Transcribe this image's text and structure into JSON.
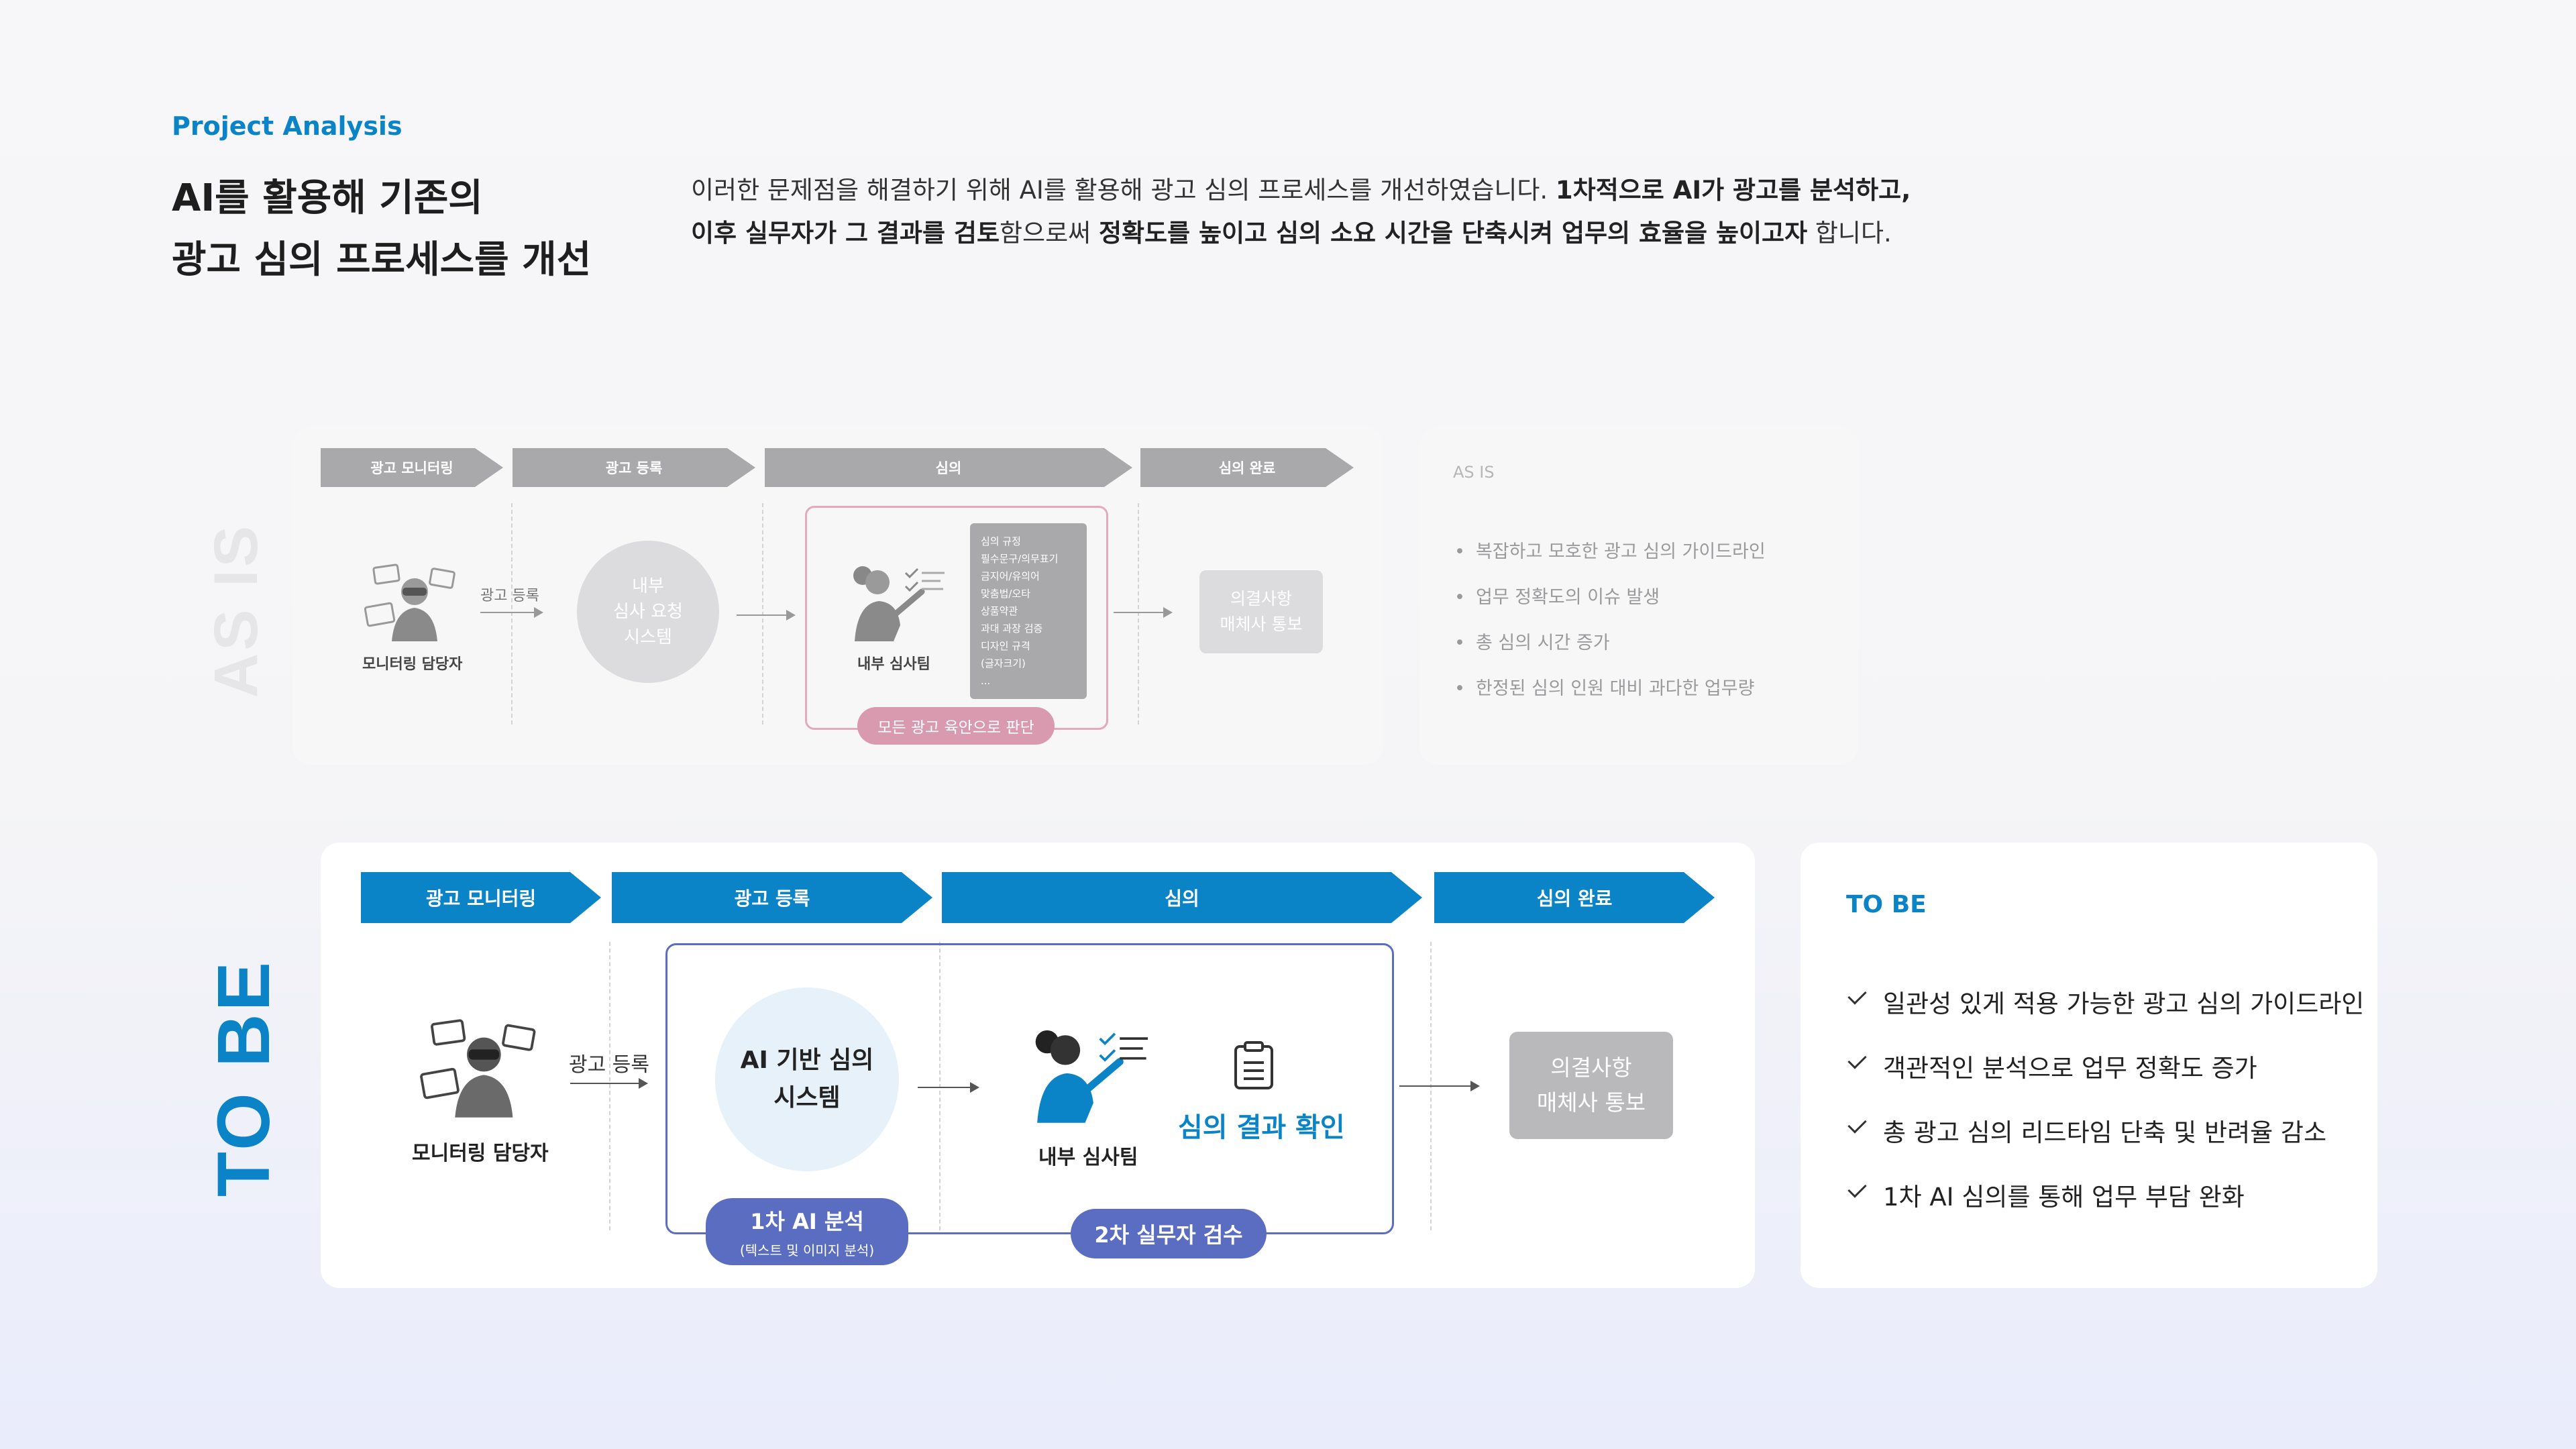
{
  "header": {
    "section_label": "Project Analysis",
    "headline_line1": "AI를 활용해 기존의",
    "headline_line2": "광고 심의 프로세스를 개선",
    "desc_line1_a": "이러한 문제점을 해결하기 위해 AI를 활용해 광고 심의 프로세스를 개선하였습니다. ",
    "desc_line1_b": "1차적으로 AI가 광고를 분석하고,",
    "desc_line2_a": "이후 실무자가 그 결과를 검토",
    "desc_line2_b": "함으로써 ",
    "desc_line2_c": "정확도를 높이고 심의 소요 시간을 단축시켜 업무의 효율을 높이고자",
    "desc_line2_d": " 합니다."
  },
  "as_is": {
    "vertical_label": "AS IS",
    "stages": [
      "광고 모니터링",
      "광고 등록",
      "심의",
      "심의 완료"
    ],
    "monitor_label": "모니터링 담당자",
    "arrow_label": "광고 등록",
    "request_system": [
      "내부",
      "심사 요청",
      "시스템"
    ],
    "team_label": "내부 심사팀",
    "rules": [
      "심의 규정",
      "필수문구/의무표기",
      "금지어/유의어",
      "맞춤법/오타",
      "상품약관",
      "과대 과장 검증",
      "디자인 규격",
      "(글자크기)",
      "..."
    ],
    "judge_pill": "모든 광고 육안으로 판단",
    "result_box": [
      "의결사항",
      "매체사 통보"
    ],
    "side_title": "AS IS",
    "side_items": [
      "복잡하고 모호한 광고 심의 가이드라인",
      "업무 정확도의 이슈 발생",
      "총 심의 시간 증가",
      "한정된 심의 인원 대비 과다한 업무량"
    ]
  },
  "to_be": {
    "vertical_label": "TO BE",
    "stages": [
      "광고 모니터링",
      "광고 등록",
      "심의",
      "심의 완료"
    ],
    "monitor_label": "모니터링 담당자",
    "arrow_label": "광고 등록",
    "ai_system": [
      "AI 기반 심의",
      "시스템"
    ],
    "team_label": "내부 심사팀",
    "check_result": "심의 결과 확인",
    "pill1_main": "1차 AI 분석",
    "pill1_sub": "(텍스트 및 이미지 분석)",
    "pill2": "2차 실무자 검수",
    "result_box": [
      "의결사항",
      "매체사 통보"
    ],
    "side_title": "TO BE",
    "side_items": [
      "일관성 있게 적용 가능한 광고 심의 가이드라인",
      "객관적인 분석으로 업무 정확도 증가",
      "총 광고 심의 리드타임 단축 및 반려율 감소",
      "1차 AI 심의를 통해 업무 부담 완화"
    ]
  },
  "colors": {
    "brand_blue": "#0a84c6",
    "pill_purple": "#5b6dc0",
    "pink": "#d99aaf",
    "gray": "#a9a9ab"
  }
}
